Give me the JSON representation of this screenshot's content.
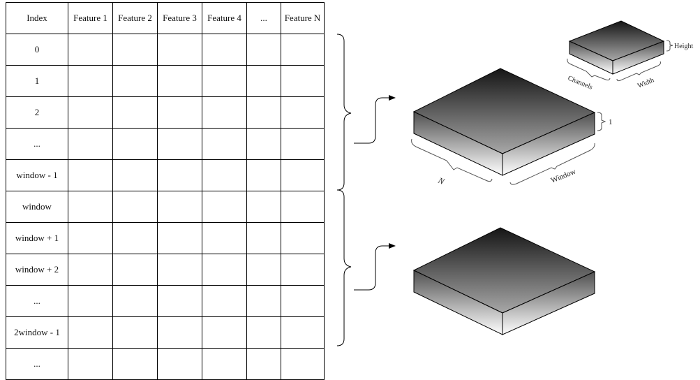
{
  "table": {
    "columns": [
      "Index",
      "Feature 1",
      "Feature 2",
      "Feature 3",
      "Feature 4",
      "...",
      "Feature N"
    ],
    "rows": [
      "0",
      "1",
      "2",
      "...",
      "window  - 1",
      "window",
      "window + 1",
      "window + 2",
      "...",
      "2window - 1",
      "..."
    ]
  },
  "block_small": {
    "height_label": "Height",
    "channels_label": "Channels",
    "width_label": "Width"
  },
  "block_large": {
    "depth_label": "1",
    "n_label": "N",
    "window_label": "Window"
  },
  "colors": {
    "gradient_dark": "#1a1a1a",
    "gradient_light": "#ffffff",
    "stroke": "#000000",
    "brace": "#333333"
  }
}
